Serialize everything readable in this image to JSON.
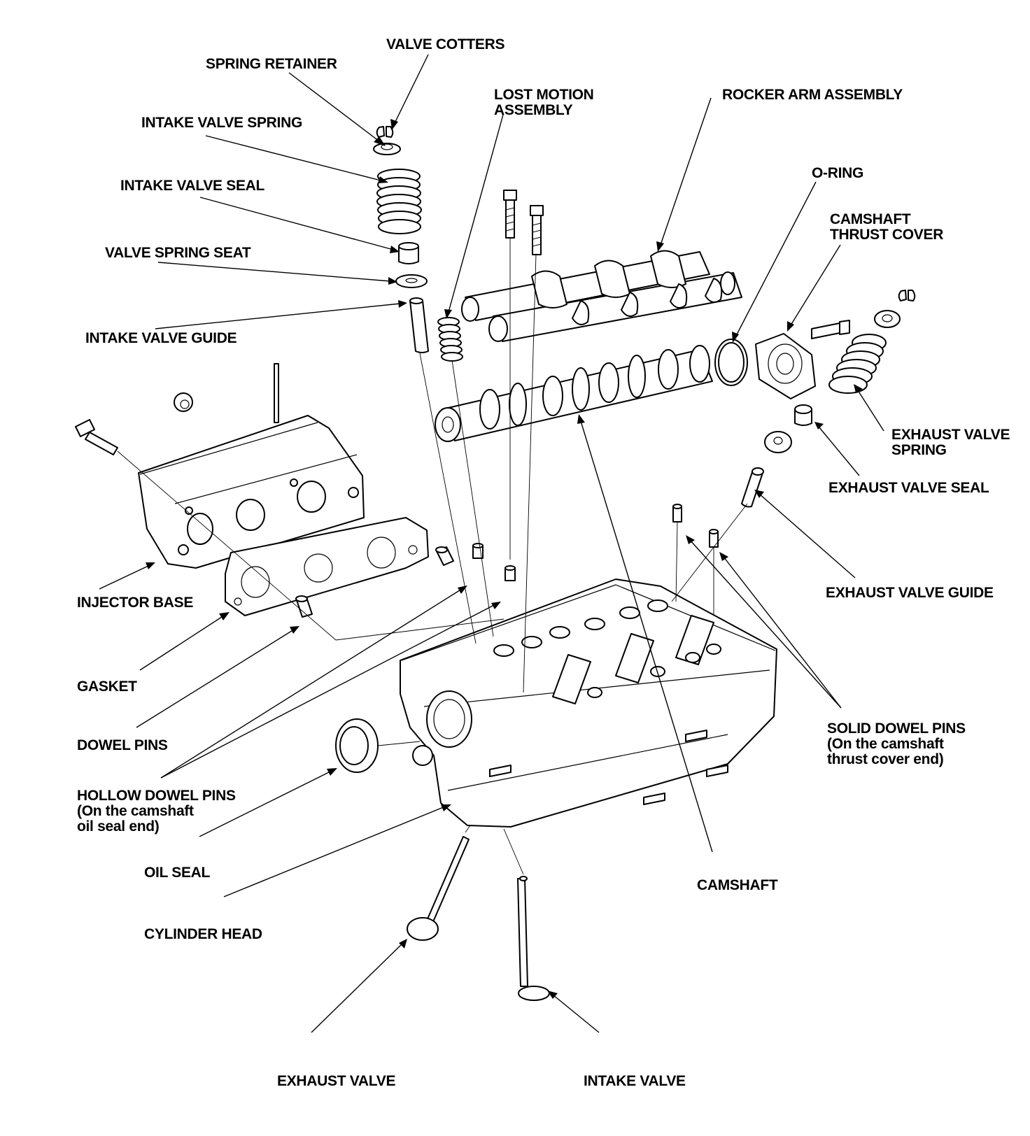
{
  "labels": {
    "valve_cotters": "VALVE COTTERS",
    "spring_retainer": "SPRING RETAINER",
    "intake_valve_spring": "INTAKE VALVE SPRING",
    "intake_valve_seal": "INTAKE VALVE SEAL",
    "valve_spring_seat": "VALVE SPRING SEAT",
    "intake_valve_guide": "INTAKE VALVE GUIDE",
    "lost_motion_1": "LOST MOTION",
    "lost_motion_2": "ASSEMBLY",
    "rocker_arm_assembly": "ROCKER ARM ASSEMBLY",
    "o_ring": "O-RING",
    "camshaft_thrust_cover_1": "CAMSHAFT",
    "camshaft_thrust_cover_2": "THRUST COVER",
    "exhaust_valve_spring_1": "EXHAUST VALVE",
    "exhaust_valve_spring_2": "SPRING",
    "exhaust_valve_seal": "EXHAUST VALVE SEAL",
    "exhaust_valve_guide": "EXHAUST VALVE GUIDE",
    "injector_base": "INJECTOR BASE",
    "gasket": "GASKET",
    "dowel_pins": "DOWEL PINS",
    "hollow_dowel_pins_1": "HOLLOW DOWEL PINS",
    "hollow_dowel_pins_2": "(On the camshaft",
    "hollow_dowel_pins_3": "oil seal end)",
    "solid_dowel_pins_1": "SOLID DOWEL PINS",
    "solid_dowel_pins_2": "(On the camshaft",
    "solid_dowel_pins_3": "thrust cover end)",
    "oil_seal": "OIL SEAL",
    "cylinder_head": "CYLINDER HEAD",
    "camshaft": "CAMSHAFT",
    "exhaust_valve": "EXHAUST VALVE",
    "intake_valve": "INTAKE VALVE"
  }
}
